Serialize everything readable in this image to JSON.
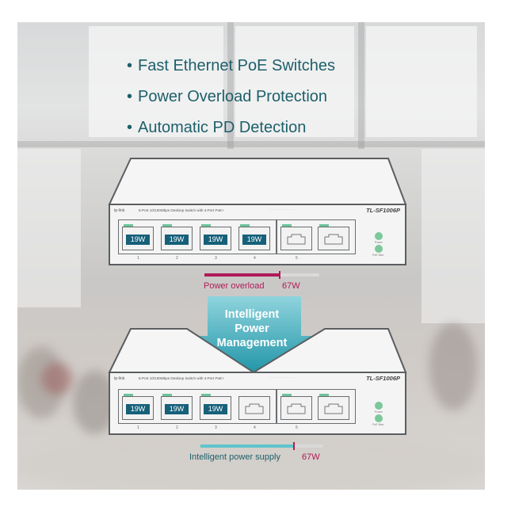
{
  "bullets": [
    "Fast Ethernet PoE Switches",
    "Power Overload Protection",
    "Automatic PD Detection"
  ],
  "switch_top": {
    "brand": "tp-link",
    "description": "6-Port 10/100Mbps Desktop Switch with 4-Port PoE+",
    "model": "TL-SF1006P",
    "poe_labels": [
      "19W",
      "19W",
      "19W",
      "19W"
    ],
    "port_numbers": [
      "1",
      "2",
      "3",
      "4",
      "5"
    ],
    "status_leds": [
      "Power",
      "PoE Max"
    ],
    "meter_caption": "Power overload",
    "meter_value": "67W",
    "meter_fill_fraction": 1.0
  },
  "arrow": {
    "line1": "Intelligent",
    "line2": "Power",
    "line3": "Management"
  },
  "switch_bottom": {
    "brand": "tp-link",
    "description": "6-Port 10/100Mbps Desktop Switch with 4-Port PoE+",
    "model": "TL-SF1006P",
    "poe_labels": [
      "19W",
      "19W",
      "19W"
    ],
    "port_numbers": [
      "1",
      "2",
      "3",
      "4",
      "5"
    ],
    "status_leds": [
      "Power",
      "PoE Max"
    ],
    "meter_caption": "Intelligent power supply",
    "meter_value": "67W",
    "meter_fill_fraction": 0.85
  },
  "colors": {
    "bullet_text": "#1d5f6b",
    "poe_label_bg": "#16607a",
    "overload_accent": "#b01a5a",
    "supply_accent": "#5ec4cb",
    "arrow_top": "#8fd4dd",
    "arrow_bottom": "#1a91a4",
    "led_green": "#6dc39a"
  }
}
